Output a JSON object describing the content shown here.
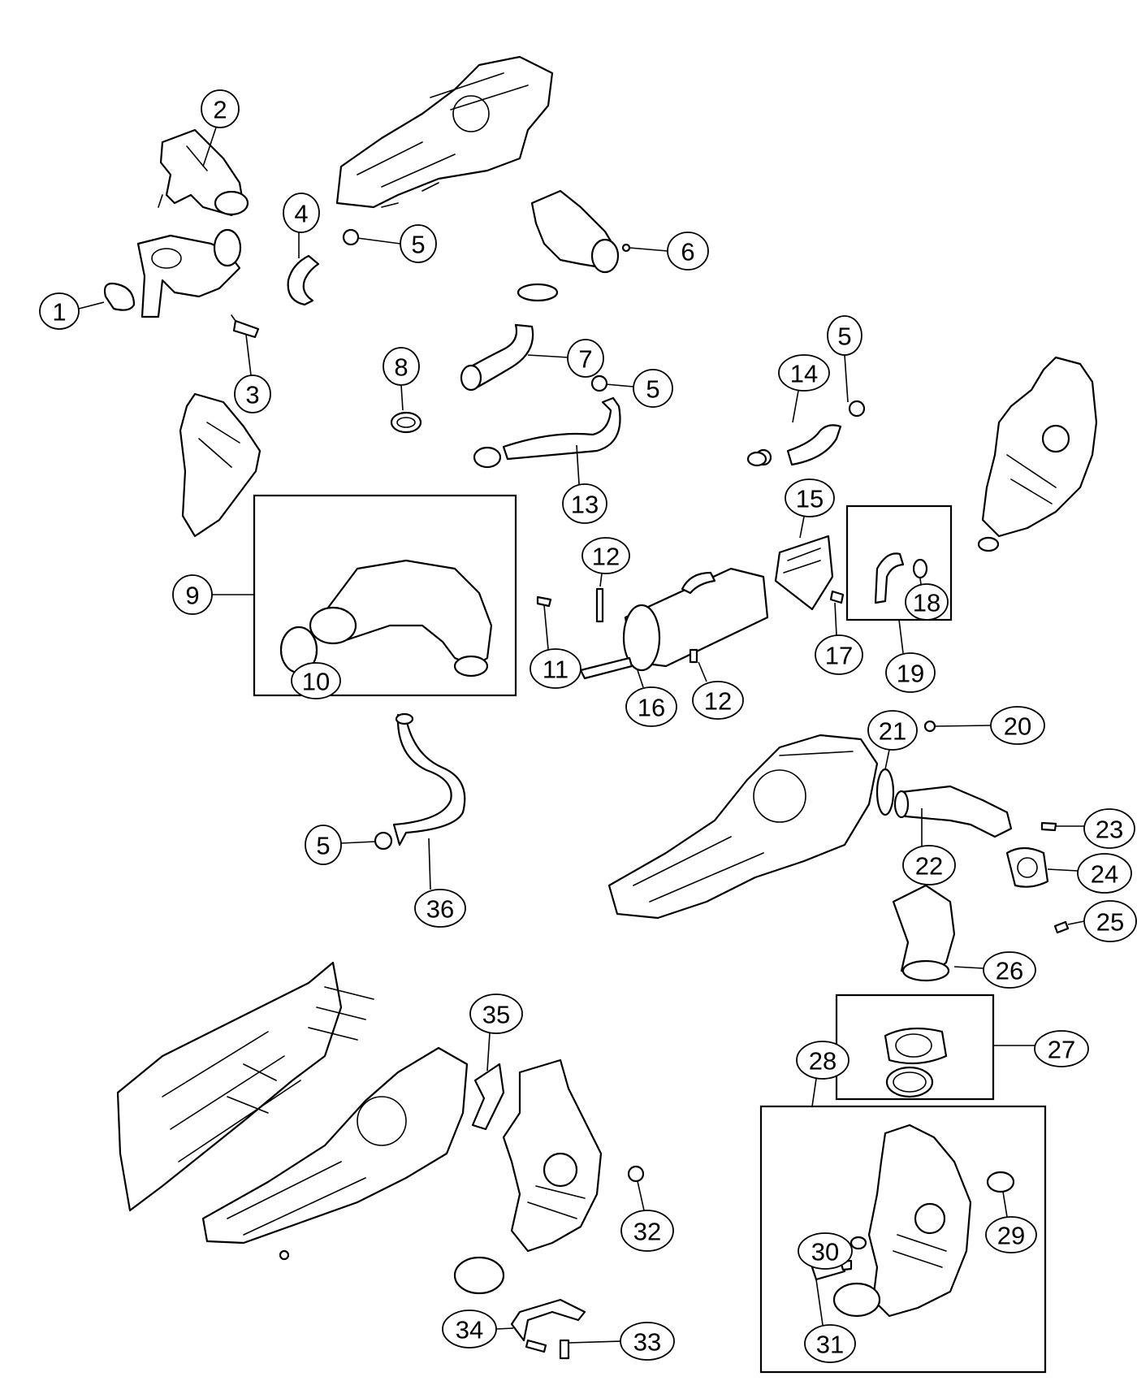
{
  "diagram": {
    "colors": {
      "line": "#000000",
      "background": "#ffffff"
    },
    "callouts": [
      {
        "label": "1"
      },
      {
        "label": "2"
      },
      {
        "label": "3"
      },
      {
        "label": "4"
      },
      {
        "label": "5"
      },
      {
        "label": "6"
      },
      {
        "label": "5"
      },
      {
        "label": "7"
      },
      {
        "label": "8"
      },
      {
        "label": "5"
      },
      {
        "label": "14"
      },
      {
        "label": "5"
      },
      {
        "label": "13"
      },
      {
        "label": "15"
      },
      {
        "label": "9"
      },
      {
        "label": "12"
      },
      {
        "label": "18"
      },
      {
        "label": "11"
      },
      {
        "label": "10"
      },
      {
        "label": "17"
      },
      {
        "label": "19"
      },
      {
        "label": "16"
      },
      {
        "label": "12"
      },
      {
        "label": "21"
      },
      {
        "label": "20"
      },
      {
        "label": "23"
      },
      {
        "label": "5"
      },
      {
        "label": "24"
      },
      {
        "label": "36"
      },
      {
        "label": "22"
      },
      {
        "label": "25"
      },
      {
        "label": "26"
      },
      {
        "label": "35"
      },
      {
        "label": "27"
      },
      {
        "label": "28"
      },
      {
        "label": "29"
      },
      {
        "label": "32"
      },
      {
        "label": "30"
      },
      {
        "label": "34"
      },
      {
        "label": "33"
      },
      {
        "label": "31"
      }
    ]
  }
}
